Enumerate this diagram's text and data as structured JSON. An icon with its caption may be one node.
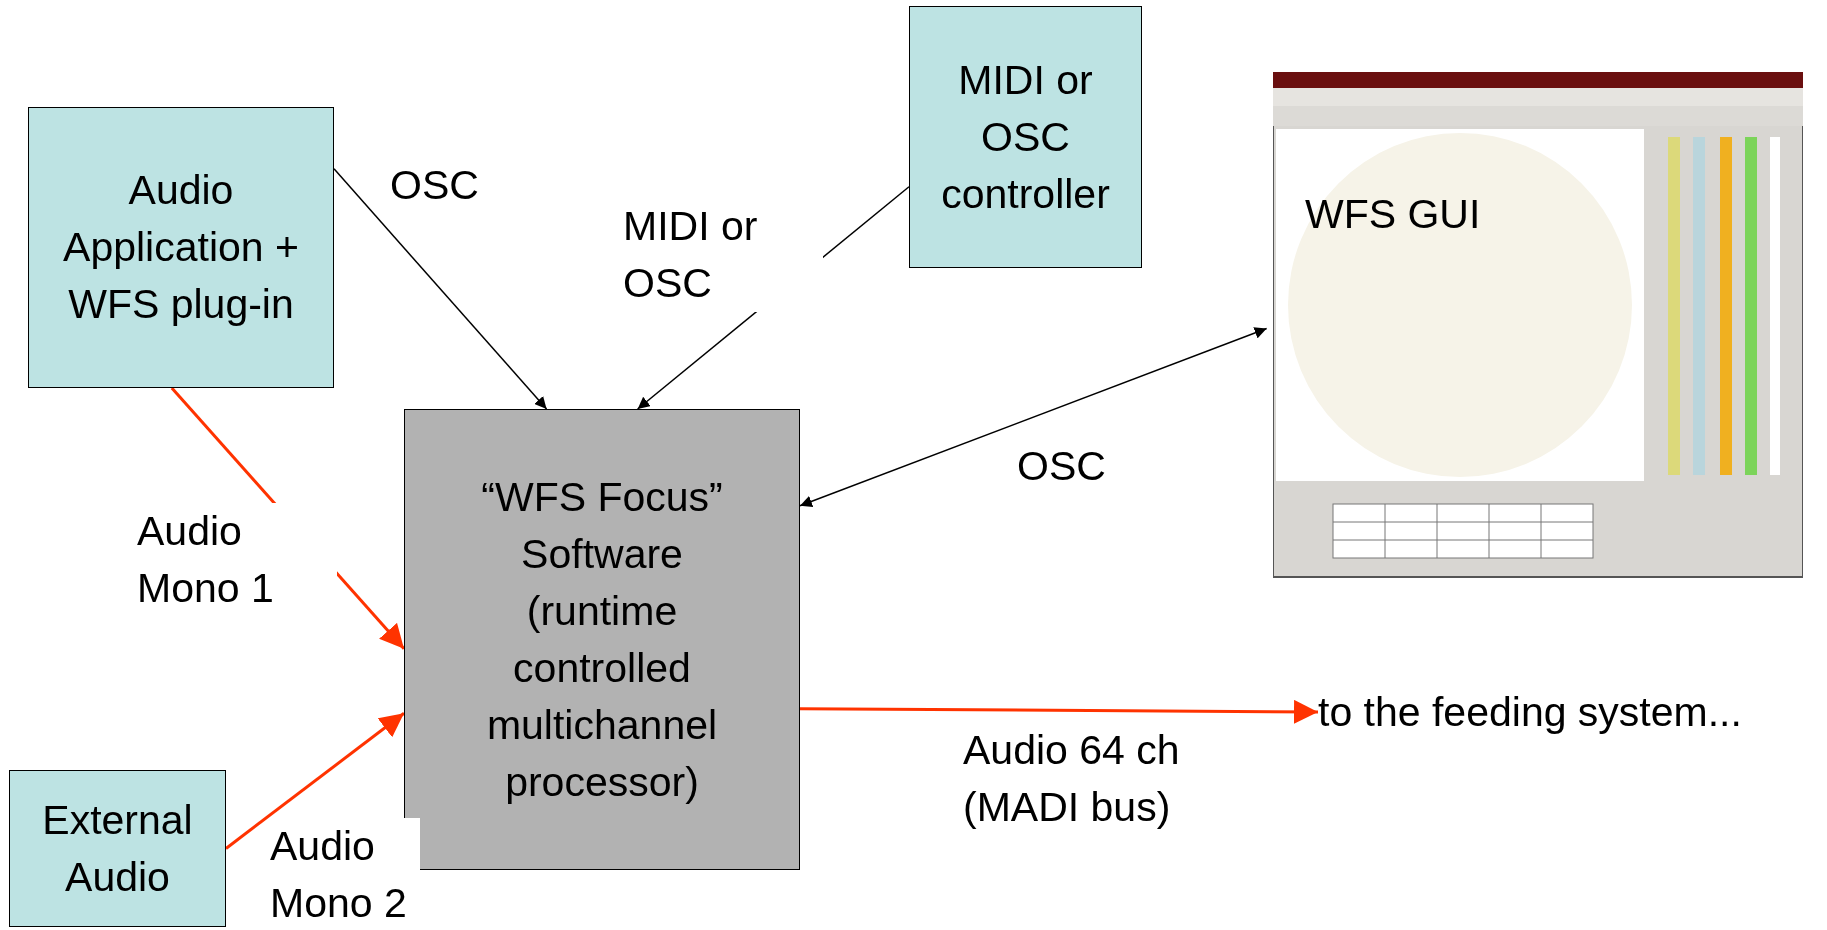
{
  "diagram": {
    "nodes": [
      {
        "text": [
          "MIDI or OSC controller"
        ]
      },
      {
        "text": [
          "Audio Application + WFS plug-in"
        ]
      },
      {
        "text": [
          "WFS GUI"
        ]
      },
      {
        "text": [
          "“WFS Focus” Software (runtime controlled multichannel processor)"
        ]
      },
      {
        "text": [
          "to the feeding system..."
        ]
      },
      {
        "text": [
          "External Audio"
        ]
      }
    ],
    "edges": [
      {
        "from": 1,
        "to": 3,
        "arrow": "to",
        "label": "OSC"
      },
      {
        "from": 0,
        "to": 3,
        "arrow": "to",
        "label": "MIDI or OSC"
      },
      {
        "from": 3,
        "to": 2,
        "arrow": "both",
        "label": "OSC"
      },
      {
        "from": 1,
        "to": 3,
        "arrow": "to",
        "label": "Audio Mono 1",
        "color": "#ff3300"
      },
      {
        "from": 5,
        "to": 3,
        "arrow": "to",
        "label": "Audio Mono 2",
        "color": "#ff3300"
      },
      {
        "from": 3,
        "to": 4,
        "arrow": "to",
        "label": "Audio 64 ch (MADI bus)",
        "color": "#ff3300"
      }
    ]
  }
}
